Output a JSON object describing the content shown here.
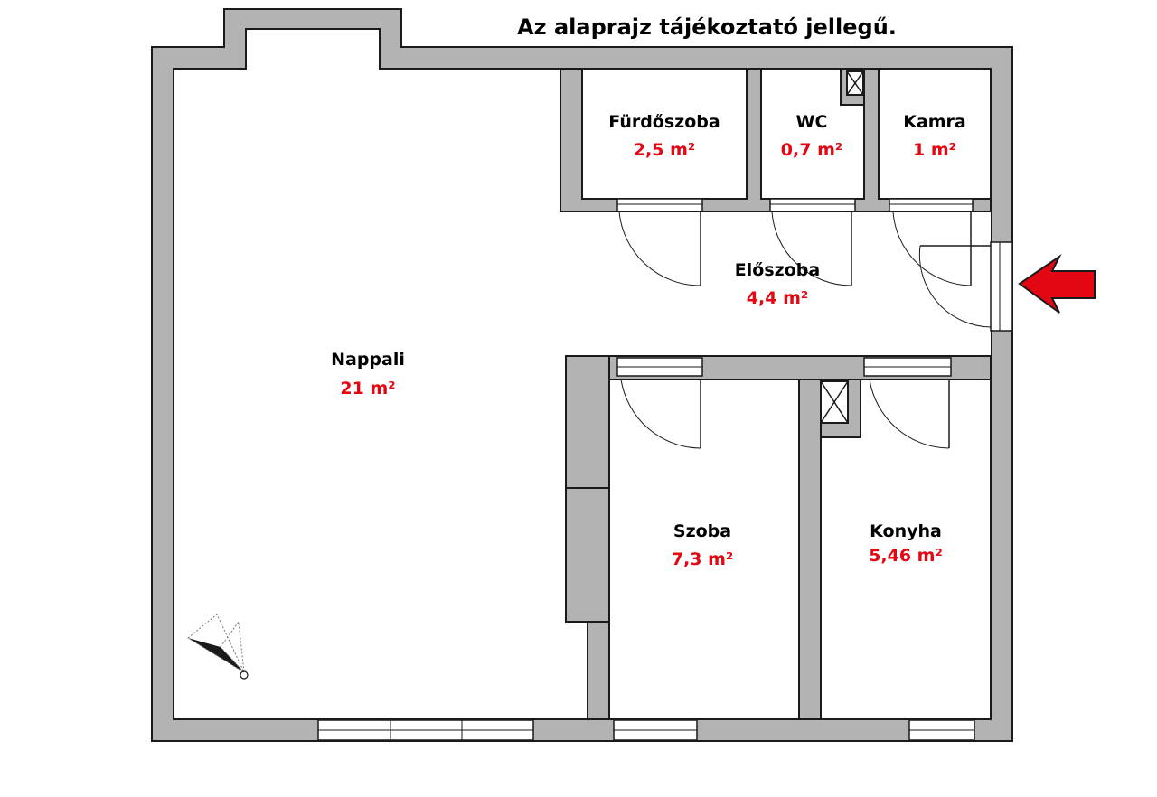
{
  "title": "Az alaprajz tájékoztató jellegű.",
  "colors": {
    "wall": "#b3b3b3",
    "wall_stroke": "#1a1a1a",
    "area_text": "#e30613",
    "arrow": "#e30613"
  },
  "rooms": {
    "nappali": {
      "name": "Nappali",
      "area": "21 m²"
    },
    "furdoszoba": {
      "name": "Fürdőszoba",
      "area": "2,5 m²"
    },
    "wc": {
      "name": "WC",
      "area": "0,7 m²"
    },
    "kamra": {
      "name": "Kamra",
      "area": "1 m²"
    },
    "eloszoba": {
      "name": "Előszoba",
      "area": "4,4 m²"
    },
    "szoba": {
      "name": "Szoba",
      "area": "7,3 m²"
    },
    "konyha": {
      "name": "Konyha",
      "area": "5,46 m²"
    }
  },
  "icons": {
    "entrance": "entrance-arrow-icon",
    "compass": "north-compass-icon",
    "vent": "ventilation-shaft-icon"
  }
}
